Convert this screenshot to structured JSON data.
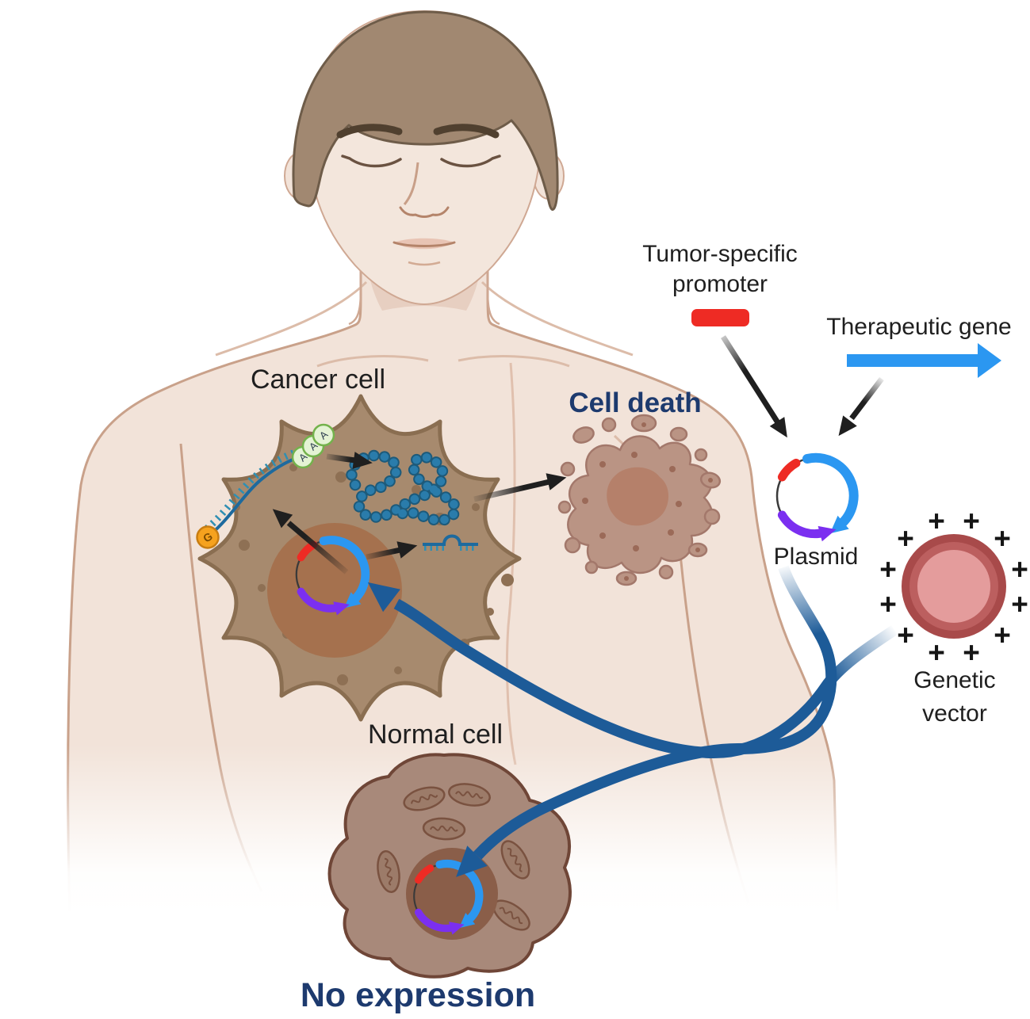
{
  "labels": {
    "cancer_cell": "Cancer cell",
    "cell_death": "Cell death",
    "normal_cell": "Normal cell",
    "no_expression": "No expression",
    "plasmid": "Plasmid",
    "therapeutic_gene": "Therapeutic gene",
    "tumor_specific_promoter_line1": "Tumor-specific",
    "tumor_specific_promoter_line2": "promoter",
    "genetic_vector_line1": "Genetic",
    "genetic_vector_line2": "vector"
  },
  "molecules": {
    "mrna_cap": "G",
    "mrna_polya": [
      "A",
      "A",
      "A"
    ],
    "charge_symbol": "+"
  },
  "colors": {
    "promoter_red": "#ee2b24",
    "therapeutic_gene_blue": "#2b97f1",
    "plasmid_purple": "#7b2ff0",
    "delivery_arrow_blue": "#1d5b98",
    "emphasis_navy": "#1d3a6e",
    "vector_outer_red": "#a84a4a",
    "vector_mid_red": "#bc5f5f",
    "vector_inner_pink": "#e49c9c",
    "protein_bead_blue": "#2a7cab",
    "mrna_blue": "#1d6a9e",
    "mrna_tick_teal": "#2f8fb3",
    "cap_orange": "#f6a21e",
    "polya_green_fill": "#e4f3d4",
    "polya_green_stroke": "#74b24c",
    "cancer_cell_fill": "#a78a6e",
    "nucleus_brown": "#a5714e",
    "normal_cell_fill": "#a8897a",
    "skin": "#f2e3d9"
  }
}
